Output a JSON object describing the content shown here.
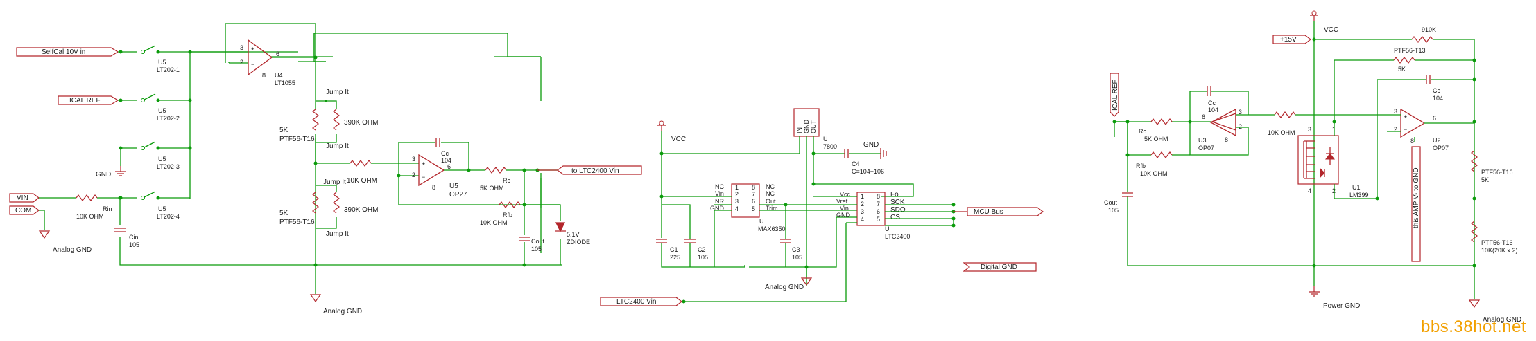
{
  "watermark": "bbs.38hot.net",
  "ports": {
    "selfcal": "SelfCal 10V in",
    "ical": "ICAL REF",
    "vin": "VIN",
    "com": "COM",
    "to_ltc_vin": "to LTC2400 Vin",
    "ltc_vin": "LTC2400 Vin",
    "mcu_bus": "MCU Bus",
    "digital_gnd": "Digital GND",
    "plus15v": "+15V",
    "ical_ref_vertical": "ICAL REF",
    "vx_to_gnd": "this AMP V- to GND"
  },
  "labels": {
    "u5_1": "U5",
    "lt202_1": "LT202-1",
    "u5_2": "U5",
    "lt202_2": "LT202-2",
    "u5_3": "U5",
    "lt202_3": "LT202-3",
    "u5_4": "U5",
    "lt202_4": "LT202-4",
    "gnd_left": "GND",
    "rin_name": "Rin",
    "rin_val": "10K OHM",
    "cin_name": "Cin",
    "cin_val": "105",
    "analog_gnd_left": "Analog GND",
    "u4_name": "U4",
    "u4_part": "LT1055",
    "jump1": "Jump It",
    "jump2": "Jump It",
    "jump3": "Jump It",
    "jump4": "Jump It",
    "r390_1": "390K OHM",
    "r390_2": "390K OHM",
    "r5k_1": "5K",
    "ptf_1": "PTF56-T16",
    "r5k_2": "5K",
    "ptf_2": "PTF56-T16",
    "r10k_mid": "10K OHM",
    "cc_mid_name": "Cc",
    "cc_mid_val": "104",
    "u5_op": "U5",
    "op27": "OP27",
    "rc_name": "Rc",
    "rc_val": "5K OHM",
    "rfb_name": "Rfb",
    "rfb_val": "10K OHM",
    "cout_name": "Cout",
    "cout_val": "105",
    "zener_v": "5.1V",
    "zener_n": "ZDIODE",
    "analog_gnd_mid": "Analog GND",
    "vcc_mid": "VCC",
    "c1_name": "C1",
    "c1_val": "225",
    "c2_name": "C2",
    "c2_val": "105",
    "c3_name": "C3",
    "c3_val": "105",
    "c4_name": "C4",
    "c4_val": "C=104+106",
    "reg_in": "IN",
    "reg_gnd": "GND",
    "reg_out": "OUT",
    "reg_u": "U",
    "reg_part": "7800",
    "gnd_reg": "GND",
    "max_nc1": "NC",
    "max_vin": "Vin",
    "max_nr": "NR",
    "max_gnd": "GND",
    "max_nc2": "NC",
    "max_nc3": "NC",
    "max_out": "Out",
    "max_trim": "Trim",
    "max_u": "U",
    "max_part": "MAX6350",
    "ltc_vcc": "Vcc",
    "ltc_vref": "Vref",
    "ltc_vin_pin": "Vin",
    "ltc_gnd": "GND",
    "ltc_fo": "Fo",
    "ltc_sck": "SCK",
    "ltc_sdo": "SDO",
    "ltc_cs": "CS",
    "ltc_u": "U",
    "ltc_part": "LTC2400",
    "analog_gnd_mid2": "Analog GND",
    "vcc_right": "VCC",
    "r910k": "910K",
    "ptf_t13": "PTF56-T13",
    "r5k_r": "5K",
    "cc_r_name": "Cc",
    "cc_r_val": "104",
    "cc_l_name": "Cc",
    "cc_l_val": "104",
    "rc_r_name": "Rc",
    "rc_r_val": "5K OHM",
    "rfb_r_name": "Rfb",
    "rfb_r_val": "10K OHM",
    "u3_name": "U3",
    "u3_part": "OP07",
    "r10k_r": "10K OHM",
    "u2_name": "U2",
    "u2_part": "OP07",
    "cout_r_name": "Cout",
    "cout_r_val": "105",
    "u1_name": "U1",
    "u1_part": "LM399",
    "ptf_t16_a": "PTF56-T16",
    "ptf_t16_a_val": "5K",
    "ptf_t16_b": "PTF56-T16",
    "ptf_t16_b_val": "10K(20K x 2)",
    "power_gnd": "Power GND",
    "analog_gnd_right": "Analog GND"
  },
  "pin_numbers": {
    "u4_3": "3",
    "u4_2": "2",
    "u4_6": "6",
    "u4_8": "8",
    "u5_3": "3",
    "u5_2": "2",
    "u5_6": "6",
    "u5_8": "8",
    "max_1": "1",
    "max_2": "2",
    "max_3": "3",
    "max_4": "4",
    "max_8": "8",
    "max_7": "7",
    "max_6": "6",
    "max_5": "5",
    "ltc_1": "1",
    "ltc_2": "2",
    "ltc_3": "3",
    "ltc_4": "4",
    "ltc_8": "8",
    "ltc_7": "7",
    "ltc_6": "6",
    "ltc_5": "5",
    "u3_6": "6",
    "u3_3": "3",
    "u3_2": "2",
    "u3_8": "8",
    "u2_3": "3",
    "u2_2": "2",
    "u2_6": "6",
    "u2_8": "8",
    "u1_1": "1",
    "u1_2": "2",
    "u1_3": "3",
    "u1_4": "4"
  }
}
